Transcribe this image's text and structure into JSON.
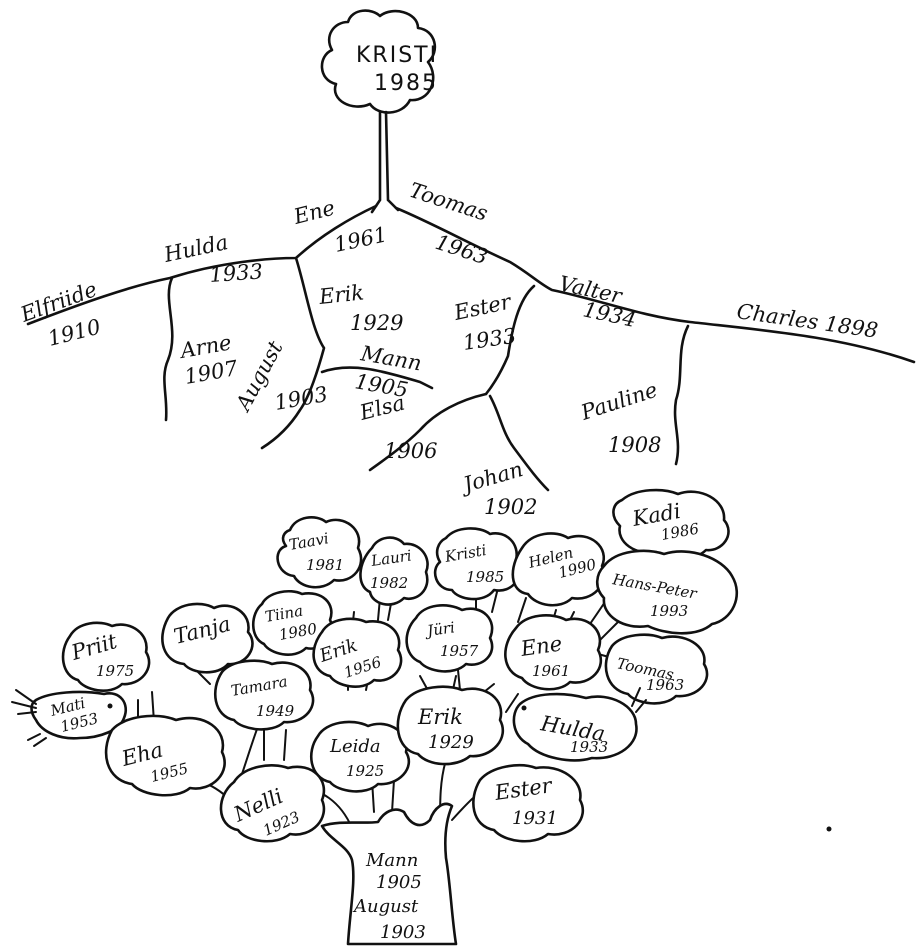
{
  "upper_tree": {
    "root": {
      "name": "KRISTI",
      "year": "1985"
    },
    "labels": {
      "ene": "Ene",
      "ene_year": "1961",
      "toomas": "Toomas",
      "toomas_year": "1963",
      "hulda": "Hulda",
      "hulda_year": "1933",
      "elfriede": "Elfriide",
      "elfriede_year": "1910",
      "arne": "Arne",
      "arne_year": "1907",
      "erik": "Erik",
      "erik_year": "1929",
      "ester": "Ester",
      "ester_year": "1933",
      "august": "August",
      "august_year": "1903",
      "mann": "Mann",
      "mann_year": "1905",
      "elsa": "Elsa",
      "elsa_year": "1906",
      "johan": "Johan",
      "johan_year": "1902",
      "valter": "Valter",
      "valter_year": "1934",
      "charles": "Charles 1898",
      "pauline": "Pauline",
      "pauline_year": "1908"
    }
  },
  "lower_tree": {
    "trunk": {
      "line1": "Mann",
      "line2": "1905",
      "line3": "August",
      "line4": "1903"
    },
    "crowns": {
      "taavi": {
        "name": "Taavi",
        "year": "1981"
      },
      "lauri": {
        "name": "Lauri",
        "year": "1982"
      },
      "kristi": {
        "name": "Kristi",
        "year": "1985"
      },
      "helen": {
        "name": "Helen",
        "year": "1990"
      },
      "kadi": {
        "name": "Kadi",
        "year": "1986"
      },
      "hanspeter": {
        "name": "Hans-Peter",
        "year": "1993"
      },
      "tanja": {
        "name": "Tanja",
        "year": ""
      },
      "tiina": {
        "name": "Tiina",
        "year": "1980"
      },
      "priit": {
        "name": "Priit",
        "year": "1975"
      },
      "erik56": {
        "name": "Erik",
        "year": "1956"
      },
      "juri": {
        "name": "Jüri",
        "year": "1957"
      },
      "ene": {
        "name": "Ene",
        "year": "1961"
      },
      "toomas": {
        "name": "Toomas",
        "year": "1963"
      },
      "tamara": {
        "name": "Tamara",
        "year": "1949"
      },
      "mati": {
        "name": "Mati",
        "year": "1953"
      },
      "eha": {
        "name": "Eha",
        "year": "1955"
      },
      "leida": {
        "name": "Leida",
        "year": "1925"
      },
      "erik29": {
        "name": "Erik",
        "year": "1929"
      },
      "hulda": {
        "name": "Hulda",
        "year": "1933"
      },
      "nelli": {
        "name": "Nelli",
        "year": "1923"
      },
      "ester": {
        "name": "Ester",
        "year": "1931"
      }
    }
  }
}
